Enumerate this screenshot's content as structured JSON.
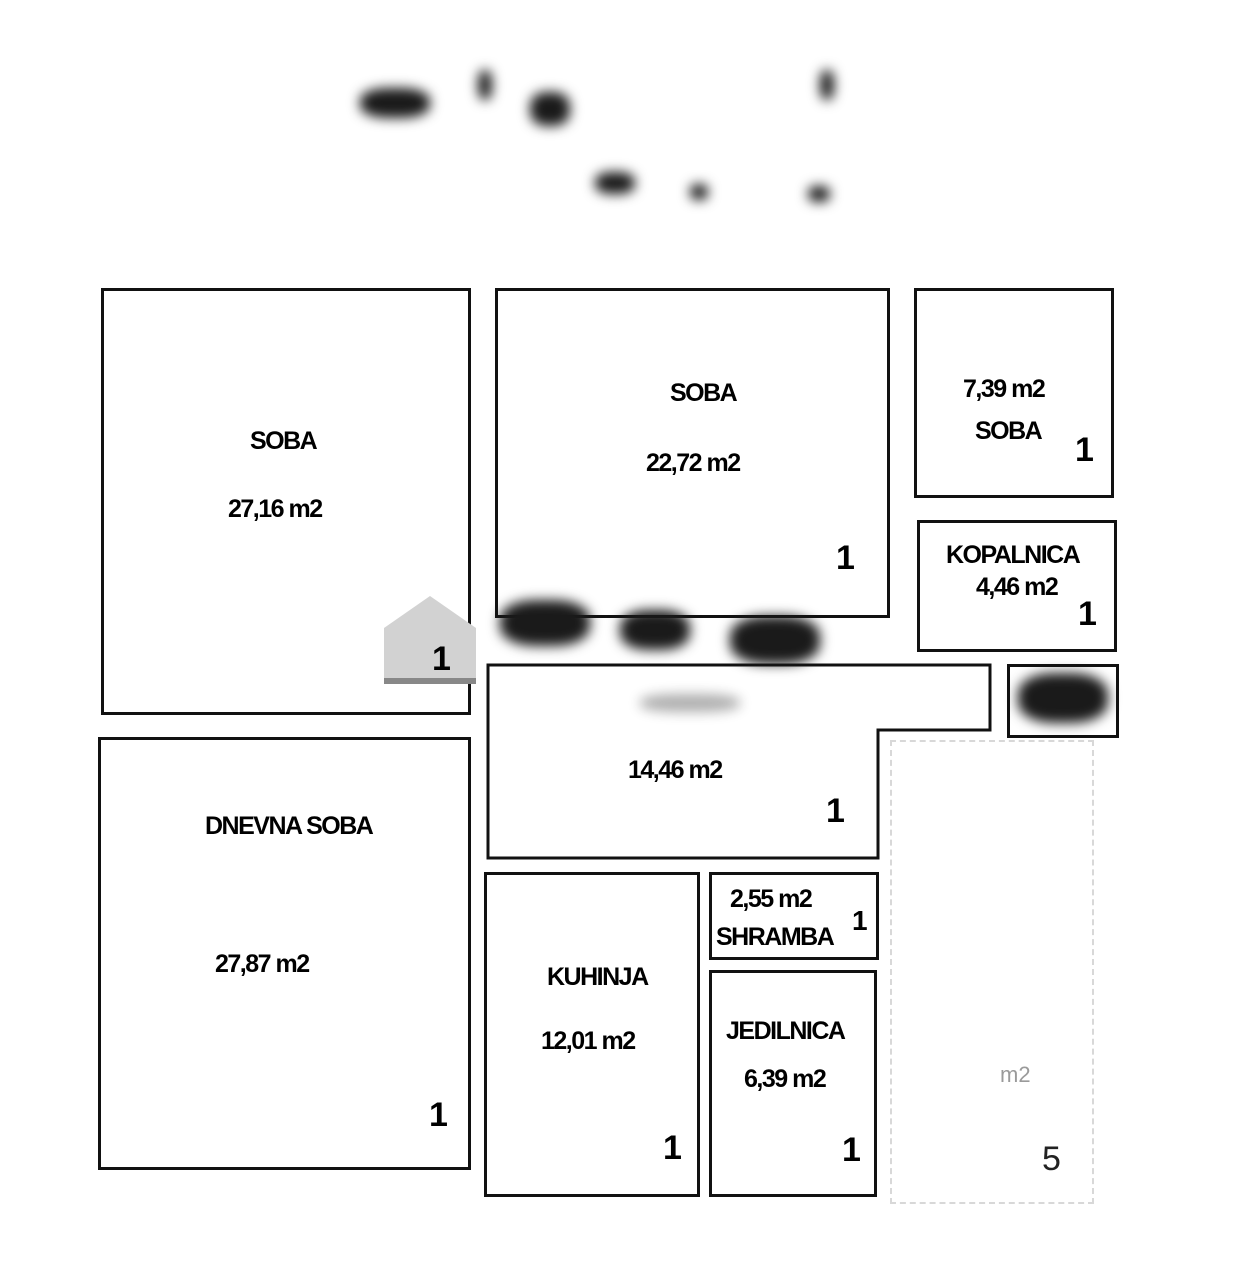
{
  "rooms": {
    "soba_left": {
      "name": "SOBA",
      "area": "27,16 m2",
      "count": "1"
    },
    "soba_mid": {
      "name": "SOBA",
      "area": "22,72 m2",
      "count": "1"
    },
    "soba_small": {
      "area": "7,39 m2",
      "name": "SOBA",
      "count": "1"
    },
    "kopalnica": {
      "name": "KOPALNICA",
      "area": "4,46 m2",
      "count": "1"
    },
    "hall": {
      "area": "14,46 m2",
      "count": "1"
    },
    "dnevna": {
      "name": "DNEVNA SOBA",
      "area": "27,87 m2",
      "count": "1"
    },
    "kuhinja": {
      "name": "KUHINJA",
      "area": "12,01 m2",
      "count": "1"
    },
    "shramba": {
      "area": "2,55 m2",
      "name": "SHRAMBA",
      "count": "1"
    },
    "jedilnica": {
      "name": "JEDILNICA",
      "area": "6,39 m2",
      "count": "1"
    },
    "terrace": {
      "area": "m2",
      "count": "5"
    }
  },
  "colors": {
    "line": "#111111",
    "watermark": "#d0d0d0"
  }
}
